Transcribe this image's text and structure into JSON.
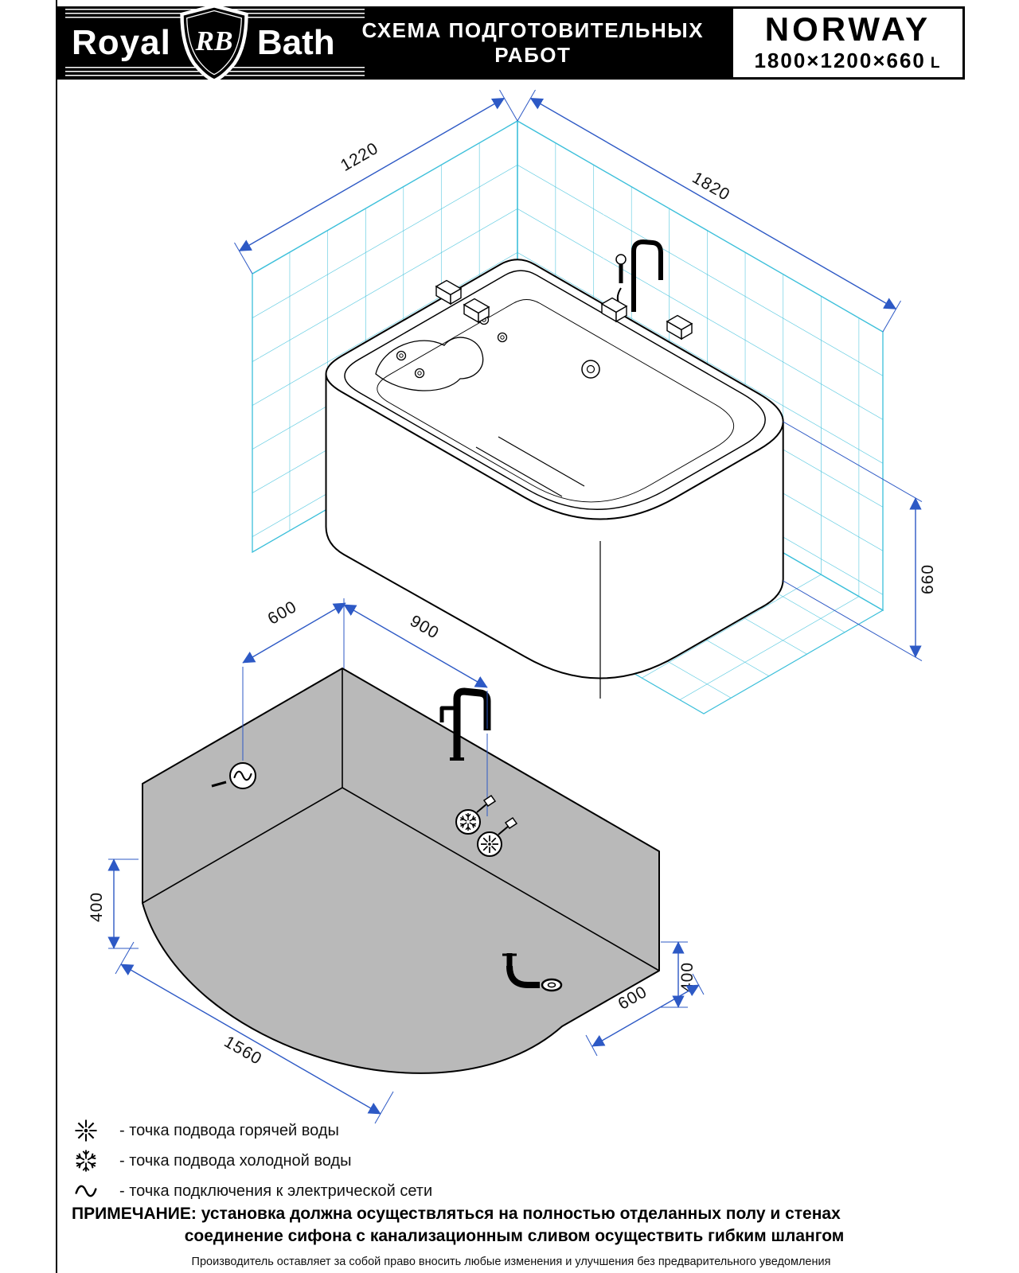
{
  "header": {
    "brand": {
      "royal": "Royal",
      "rb": "RB",
      "bath": "Bath"
    },
    "title": "СХЕМА ПОДГОТОВИТЕЛЬНЫХ РАБОТ",
    "model": "NORWAY",
    "size": "1800×1200×660",
    "volume_unit": "L"
  },
  "top_diagram": {
    "dim_width": "1220",
    "dim_length": "1820",
    "dim_height": "660"
  },
  "bottom_diagram": {
    "dim_wall_left": "600",
    "dim_faucet": "900",
    "dim_height_left": "400",
    "dim_front": "1560",
    "dim_height_right": "400",
    "dim_drain": "600"
  },
  "legend": {
    "items": [
      {
        "name": "hot-water",
        "text": "- точка подвода горячей воды"
      },
      {
        "name": "cold-water",
        "text": "- точка подвода холодной воды"
      },
      {
        "name": "electric",
        "text": "- точка подключения к электрической сети"
      }
    ]
  },
  "note": {
    "label": "ПРИМЕЧАНИЕ:",
    "line1": "установка должна осуществляться на полностью отделанных полу и стенах",
    "line2": "соединение сифона с канализационным сливом осуществить гибким шлангом"
  },
  "footer": "Производитель оставляет за собой право вносить любые изменения и улучшения без предварительного уведомления",
  "colors": {
    "grid": "#3bbfda",
    "dimension": "#2d59c5",
    "fill_gray": "#b9b9b9"
  }
}
